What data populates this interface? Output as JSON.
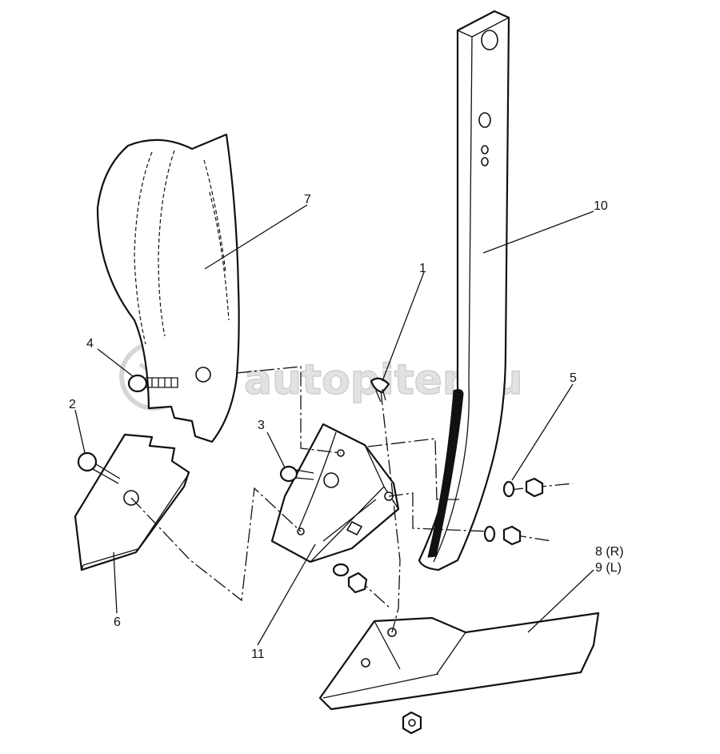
{
  "watermark": {
    "text": "autopiter.ru"
  },
  "callouts": [
    {
      "id": "1",
      "text": "1"
    },
    {
      "id": "2",
      "text": "2"
    },
    {
      "id": "3",
      "text": "3"
    },
    {
      "id": "4",
      "text": "4"
    },
    {
      "id": "5",
      "text": "5"
    },
    {
      "id": "6",
      "text": "6"
    },
    {
      "id": "7",
      "text": "7"
    },
    {
      "id": "8",
      "text": "8 (R)"
    },
    {
      "id": "9",
      "text": "9 (L)"
    },
    {
      "id": "10",
      "text": "10"
    },
    {
      "id": "11",
      "text": "11"
    }
  ]
}
